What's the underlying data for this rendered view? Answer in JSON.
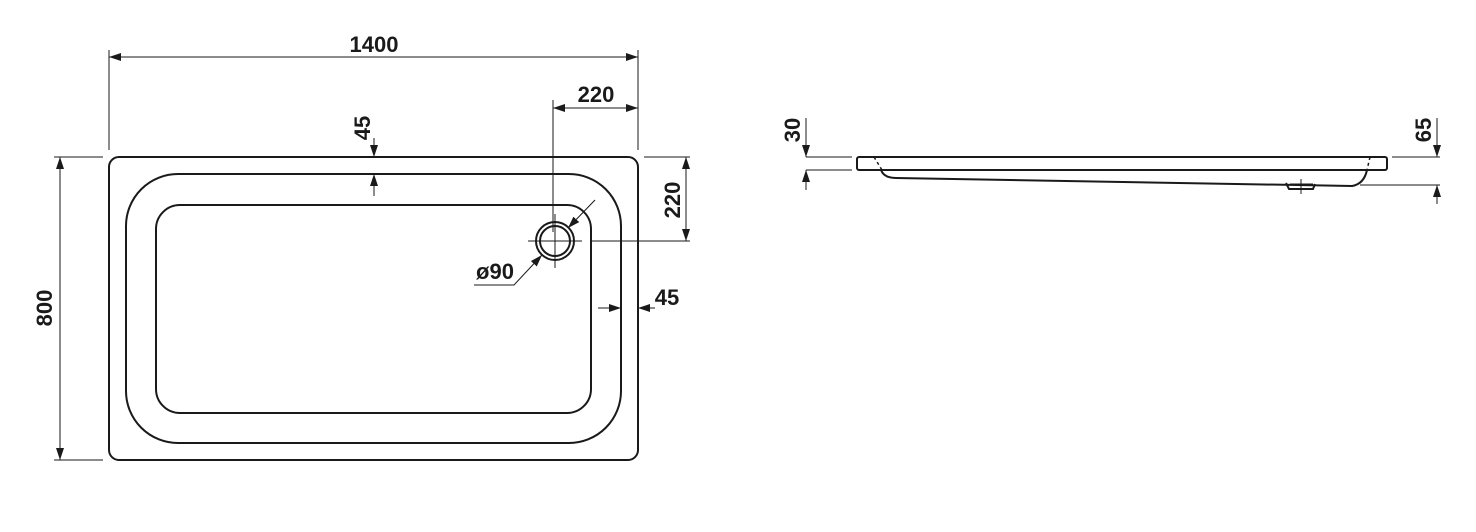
{
  "plan_view": {
    "dimensions": {
      "width": "1400",
      "depth": "800",
      "drain_offset_x": "220",
      "drain_offset_y": "220",
      "rim_top": "45",
      "rim_side": "45",
      "drain_diameter": "ø90"
    }
  },
  "side_view": {
    "dimensions": {
      "rim_height": "30",
      "total_height": "65"
    }
  },
  "colors": {
    "line": "#1a1a1a",
    "background": "#ffffff"
  }
}
